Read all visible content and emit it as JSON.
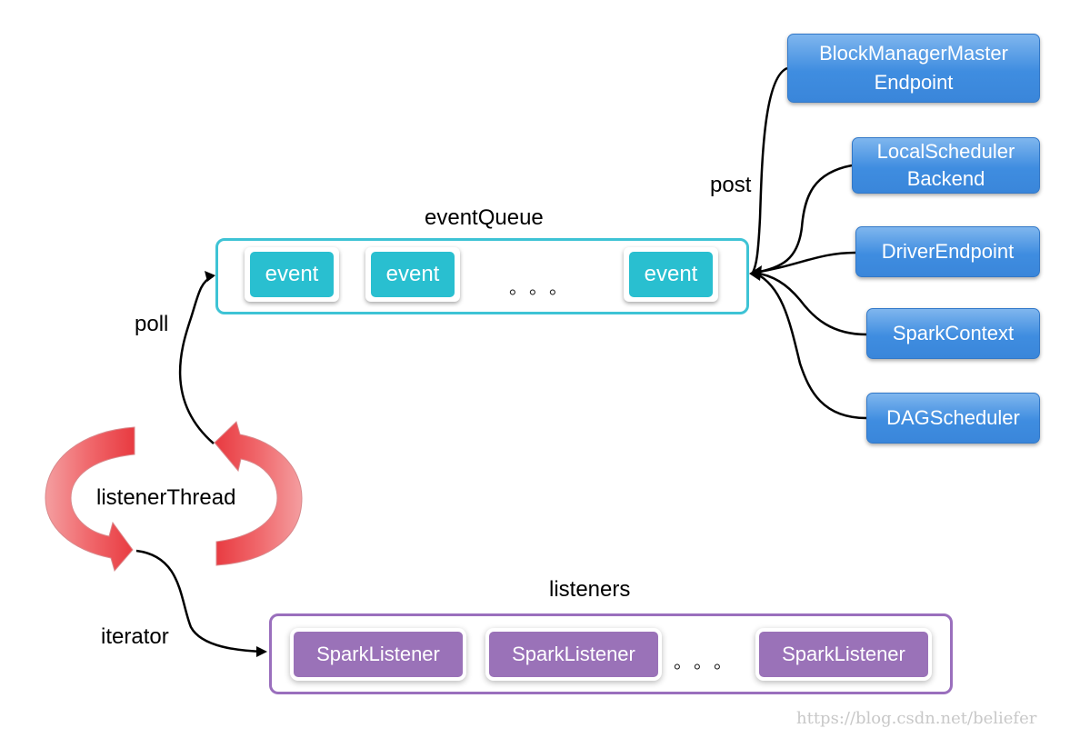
{
  "labels": {
    "event_queue": "eventQueue",
    "listeners": "listeners",
    "poll": "poll",
    "post": "post",
    "listener_thread": "listenerThread",
    "iterator": "iterator"
  },
  "queue": {
    "events": [
      "event",
      "event",
      "event"
    ],
    "ellipsis": "。。。"
  },
  "listener_group": {
    "items": [
      "SparkListener",
      "SparkListener",
      "SparkListener"
    ],
    "ellipsis": "。。。"
  },
  "posters": [
    {
      "line1": "BlockManagerMaster",
      "line2": "Endpoint"
    },
    {
      "line1": "LocalScheduler",
      "line2": "Backend"
    },
    {
      "line1": "DriverEndpoint",
      "line2": ""
    },
    {
      "line1": "SparkContext",
      "line2": ""
    },
    {
      "line1": "DAGScheduler",
      "line2": ""
    }
  ],
  "watermark": "https://blog.csdn.net/beliefer",
  "colors": {
    "queue_border": "#3ec3d5",
    "event_fill": "#29bfd0",
    "listener_border": "#9a6fbd",
    "listener_fill": "#9a72b8",
    "poster_fill": "#3f8de0",
    "thread_arrow": "#e8474d"
  }
}
